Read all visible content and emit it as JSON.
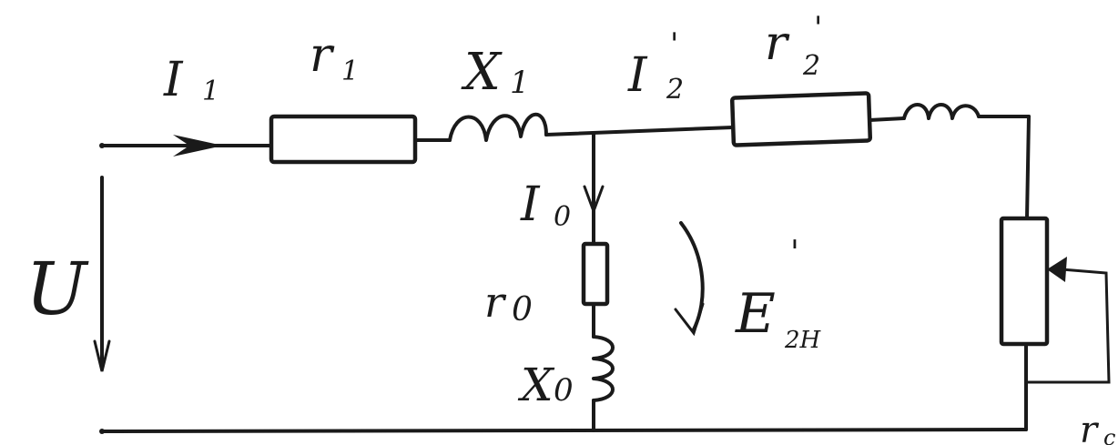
{
  "diagram": {
    "labels": {
      "i1": {
        "main": "I",
        "sub": "1"
      },
      "r1": {
        "main": "r",
        "sub": "1"
      },
      "x1": {
        "main": "X",
        "sub": "1"
      },
      "i2p": {
        "main": "I",
        "sub": "2",
        "sup": "'"
      },
      "r2p": {
        "main": "r",
        "sub": "2",
        "sup": "'"
      },
      "i0": {
        "main": "I",
        "sub": "0"
      },
      "u": {
        "main": "U"
      },
      "r0": {
        "main": "r",
        "sub": "0"
      },
      "x0": {
        "main": "X",
        "sub": "0"
      },
      "e2h": {
        "main": "E",
        "sub": "2H",
        "sup": "'"
      },
      "rl": {
        "main": "r",
        "sub": "c"
      }
    }
  }
}
